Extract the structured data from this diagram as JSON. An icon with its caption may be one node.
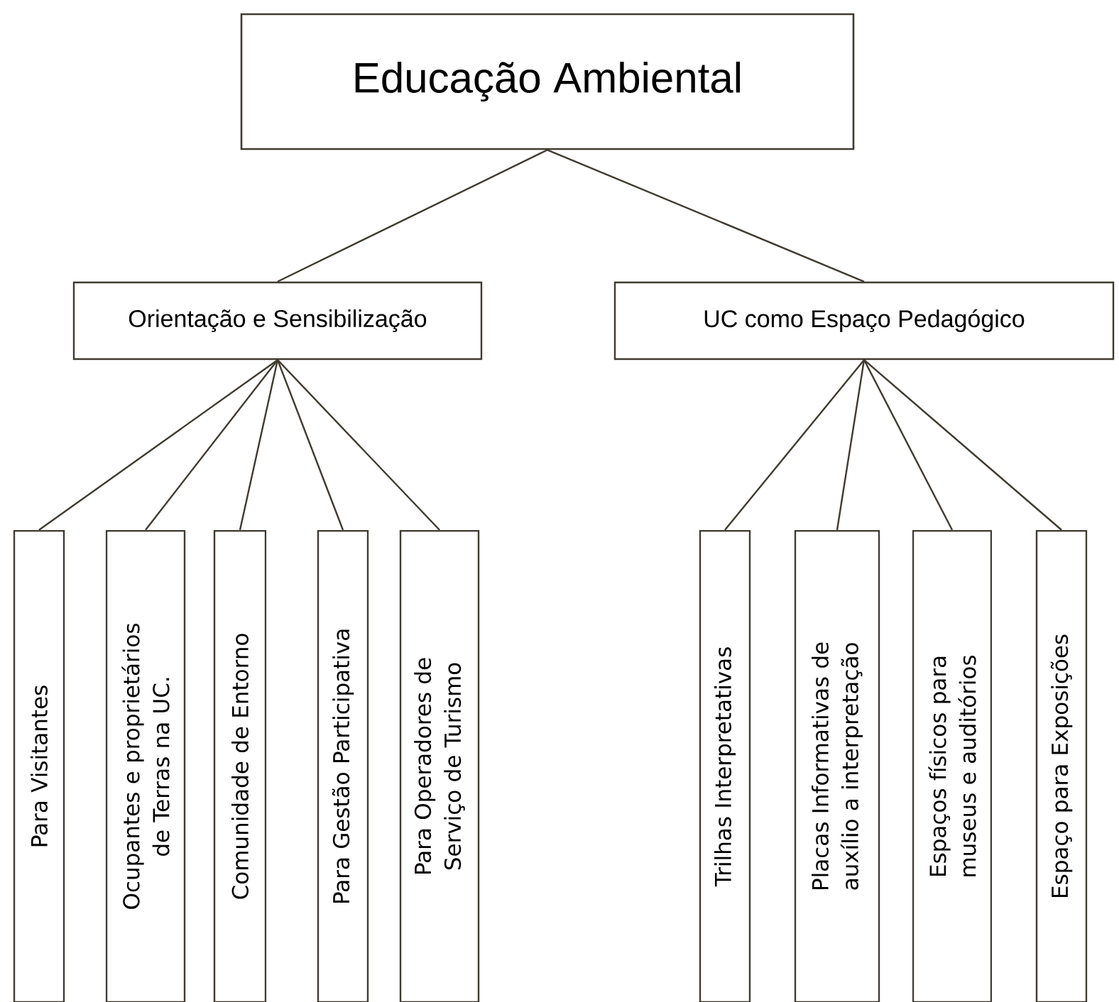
{
  "diagram": {
    "nodes": [
      {
        "text": [
          "Educação Ambiental"
        ]
      },
      {
        "text": [
          "Orientação e Sensibilização"
        ]
      },
      {
        "text": [
          "UC como Espaço Pedagógico"
        ]
      },
      {
        "text": [
          "Para Visitantes"
        ]
      },
      {
        "text": [
          "Ocupantes  e proprietários de Terras na UC."
        ]
      },
      {
        "text": [
          "Comunidade  de Entorno"
        ]
      },
      {
        "text": [
          "Para Gestão Participativa"
        ]
      },
      {
        "text": [
          "Para Operadores  de Serviço de Turismo"
        ]
      },
      {
        "text": [
          "Trilhas Interpretativas"
        ]
      },
      {
        "text": [
          "Placas Informativas  de auxílio a  interpretação"
        ]
      },
      {
        "text": [
          "Espaços físicos para museus e auditórios"
        ]
      },
      {
        "text": [
          "Espaço para Exposições"
        ]
      }
    ],
    "edges": [
      {
        "from": 0,
        "to": 1,
        "arrow": "none"
      },
      {
        "from": 0,
        "to": 2,
        "arrow": "none"
      },
      {
        "from": 1,
        "to": 3,
        "arrow": "none"
      },
      {
        "from": 1,
        "to": 4,
        "arrow": "none"
      },
      {
        "from": 1,
        "to": 5,
        "arrow": "none"
      },
      {
        "from": 1,
        "to": 6,
        "arrow": "none"
      },
      {
        "from": 1,
        "to": 7,
        "arrow": "none"
      },
      {
        "from": 2,
        "to": 8,
        "arrow": "none"
      },
      {
        "from": 2,
        "to": 9,
        "arrow": "none"
      },
      {
        "from": 2,
        "to": 10,
        "arrow": "none"
      },
      {
        "from": 2,
        "to": 11,
        "arrow": "none"
      }
    ]
  }
}
